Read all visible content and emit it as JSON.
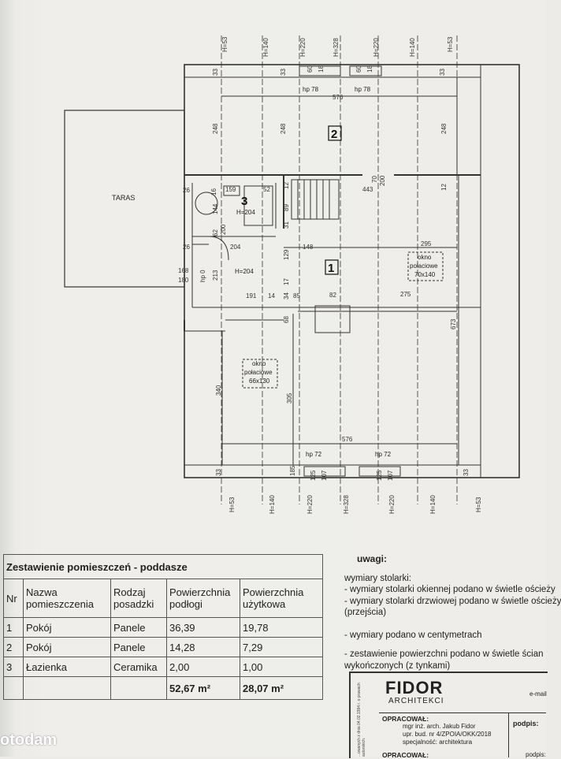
{
  "plan": {
    "room_numbers": [
      "2",
      "3",
      "1"
    ],
    "terrace_label": "TARAS",
    "h_labels_top": [
      "H=53",
      "H=140",
      "H=220",
      "H=328",
      "H=220",
      "H=140",
      "H=53"
    ],
    "h_labels_bottom": [
      "H=53",
      "H=140",
      "H=220",
      "H=328",
      "H=220",
      "H=140",
      "H=53"
    ],
    "window_top": [
      "hp 78",
      "hp 78"
    ],
    "window_bottom": [
      "hp 72",
      "hp 72"
    ],
    "room_heights": [
      "H=204",
      "H=204"
    ],
    "roof_window_1": [
      "okno",
      "połaciowe",
      "70x140"
    ],
    "roof_window_2": [
      "okno",
      "połaciowe",
      "66x130"
    ],
    "dims": {
      "d576_top": "576",
      "d576_bottom": "576",
      "d248_left": "248",
      "d248_mid": "248",
      "d248_right": "248",
      "d33_tl": "33",
      "d33_tm": "33",
      "d33_tr": "33",
      "d33_bl": "33",
      "d33_br": "33",
      "d60a": "60",
      "d18a": "18",
      "d60b": "60",
      "d18b": "18",
      "d443": "443",
      "d295": "295",
      "d148": "148",
      "d204": "204",
      "d191": "191",
      "d14": "14",
      "d85": "85",
      "d82": "82",
      "d275": "275",
      "d673": "673",
      "d340": "340",
      "d305": "305",
      "d68": "68",
      "d26a": "26",
      "d26b": "26",
      "d16": "16",
      "d159": "159",
      "d52": "52",
      "d12a": "12",
      "d12b": "12",
      "d70": "70",
      "d200a": "200",
      "d144": "144",
      "d89": "89",
      "d31": "31",
      "d62": "62",
      "d200b": "200",
      "d213": "213",
      "d129": "129",
      "d17": "17",
      "d34": "34",
      "d168": "168",
      "d180": "180",
      "dhp0": "hp 0",
      "d185": "185",
      "d125a": "125",
      "d107a": "107",
      "d125b": "125",
      "d107b": "107"
    }
  },
  "table": {
    "title": "Zestawienie pomieszczeń - poddasze",
    "headers": {
      "nr": "Nr",
      "name": [
        "Nazwa",
        "pomieszczenia"
      ],
      "floor": [
        "Rodzaj",
        "posadzki"
      ],
      "area": [
        "Powierzchnia",
        "podłogi"
      ],
      "usable": [
        "Powierzchnia",
        "użytkowa"
      ]
    },
    "rows": [
      {
        "nr": "1",
        "name": "Pokój",
        "floor": "Panele",
        "area": "36,39",
        "usable": "19,78"
      },
      {
        "nr": "2",
        "name": "Pokój",
        "floor": "Panele",
        "area": "14,28",
        "usable": "7,29"
      },
      {
        "nr": "3",
        "name": "Łazienka",
        "floor": "Ceramika",
        "area": "2,00",
        "usable": "1,00"
      }
    ],
    "total_area": "52,67 m²",
    "total_usable": "28,07 m²"
  },
  "notes": {
    "heading": "uwagi:",
    "lines": [
      "wymiary stolarki:",
      "- wymiary stolarki okiennej podano w świetle ościeży",
      "- wymiary stolarki drzwiowej podano w świetle ościeży",
      "(przejścia)",
      "",
      "- wymiary podano w centymetrach",
      "",
      "- zestawienie powierzchni podano w świetle ścian",
      "wykończonych (z tynkami)"
    ]
  },
  "stamp": {
    "logo": "FIDOR",
    "logo_sub": "ARCHITEKCI",
    "email": "e-mail",
    "opr_label": "OPRACOWAŁ:",
    "opr_lines": [
      "mgr inż. arch. Jakub Fidor",
      "upr. bud. nr 4/ZPOIA/OKK/2018",
      "specjalność: architektura"
    ],
    "podpis": "podpis:",
    "opr_label2": "OPRACOWAŁ:",
    "podpis2": "podpis:",
    "vertical_text": "...owanych z dnia 04.02.1994 r. o prawach autorskich."
  },
  "watermark": "otodam"
}
